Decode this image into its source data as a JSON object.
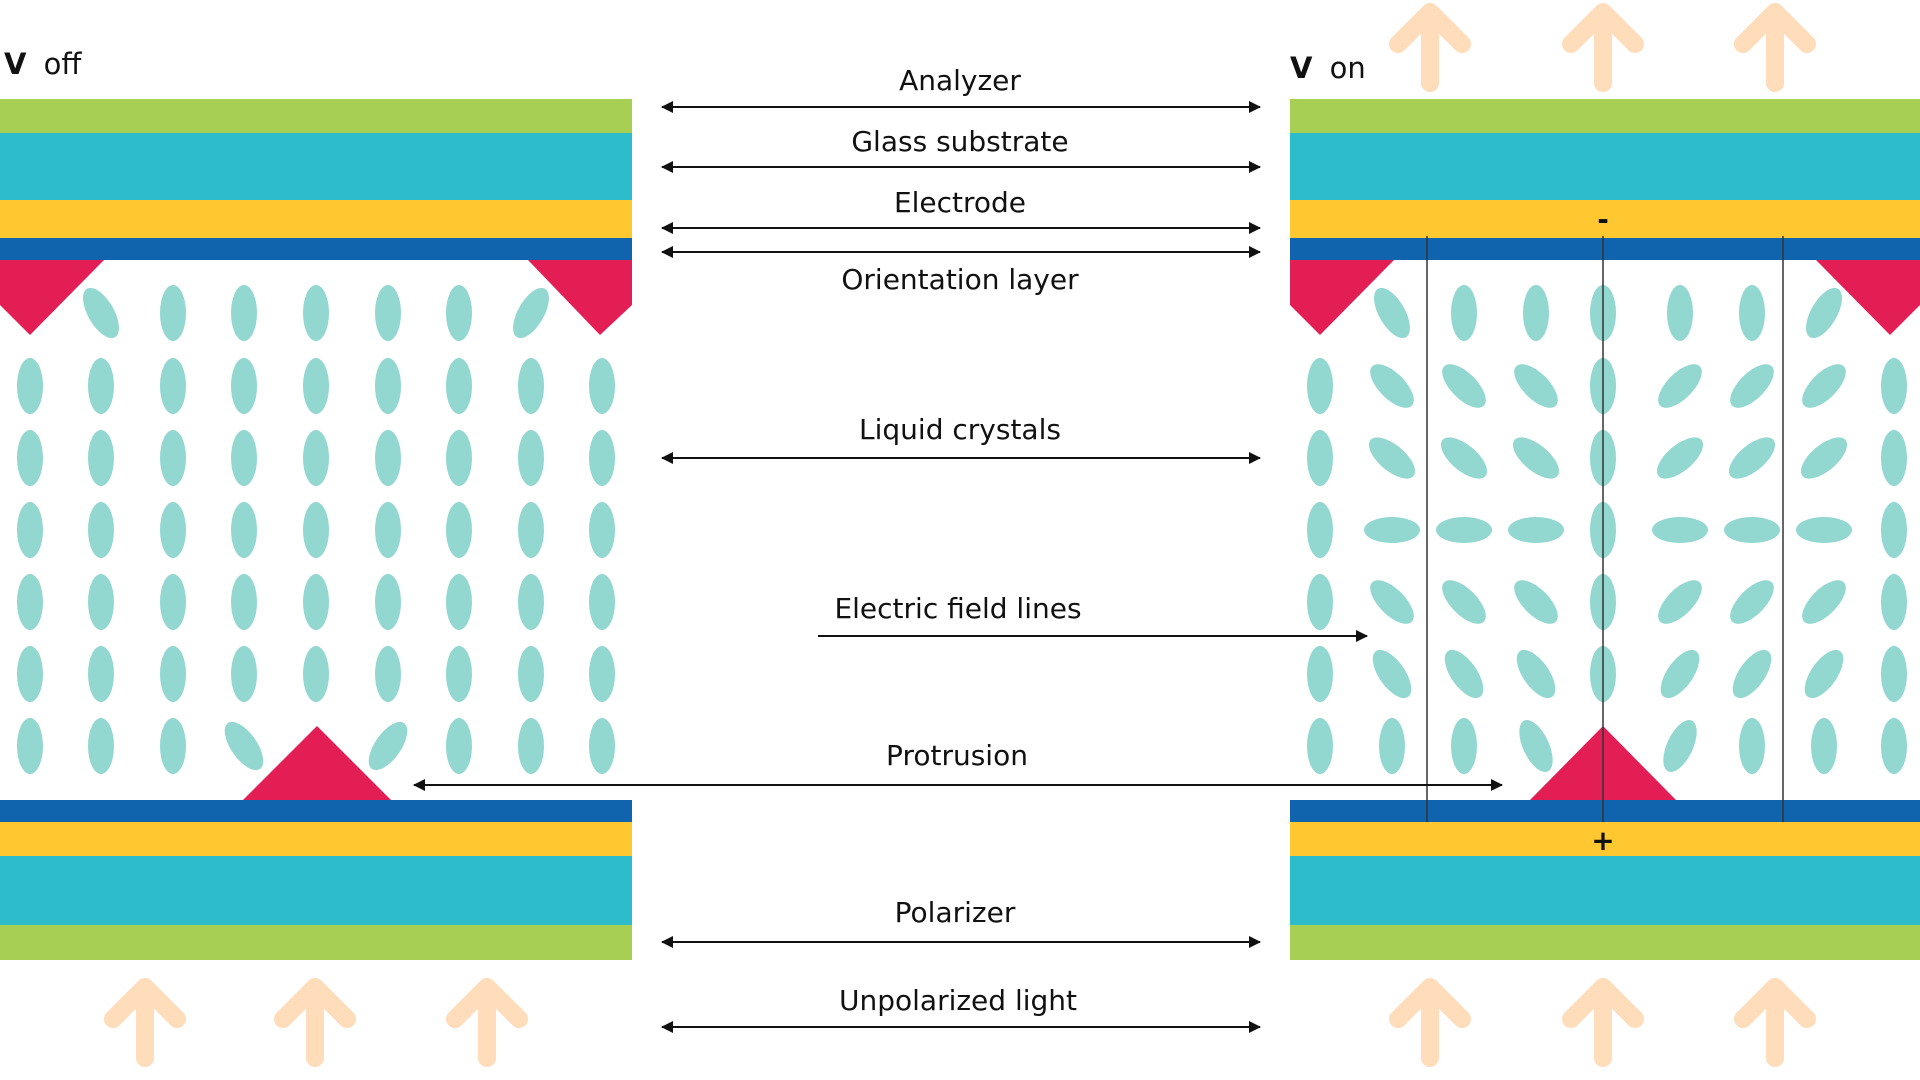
{
  "left_panel": {
    "state_symbol": "V",
    "state_text": "off"
  },
  "right_panel": {
    "state_symbol": "V",
    "state_text": "on",
    "top_electrode_sign": "-",
    "bottom_electrode_sign": "+"
  },
  "labels": {
    "analyzer": "Analyzer",
    "glass_substrate": "Glass substrate",
    "electrode": "Electrode",
    "orientation_layer": "Orientation layer",
    "liquid_crystals": "Liquid crystals",
    "electric_field_lines": "Electric field lines",
    "protrusion": "Protrusion",
    "polarizer": "Polarizer",
    "unpolarized_light": "Unpolarized light"
  },
  "colors": {
    "polarizer_film": "#a6cf53",
    "glass": "#2cbccc",
    "electrode": "#ffc830",
    "orientation_layer": "#0f64ad",
    "protrusion": "#e31e54",
    "liquid_crystal": "#93d7d1",
    "light_arrow": "#ffdcba",
    "label_arrow": "#111111"
  }
}
